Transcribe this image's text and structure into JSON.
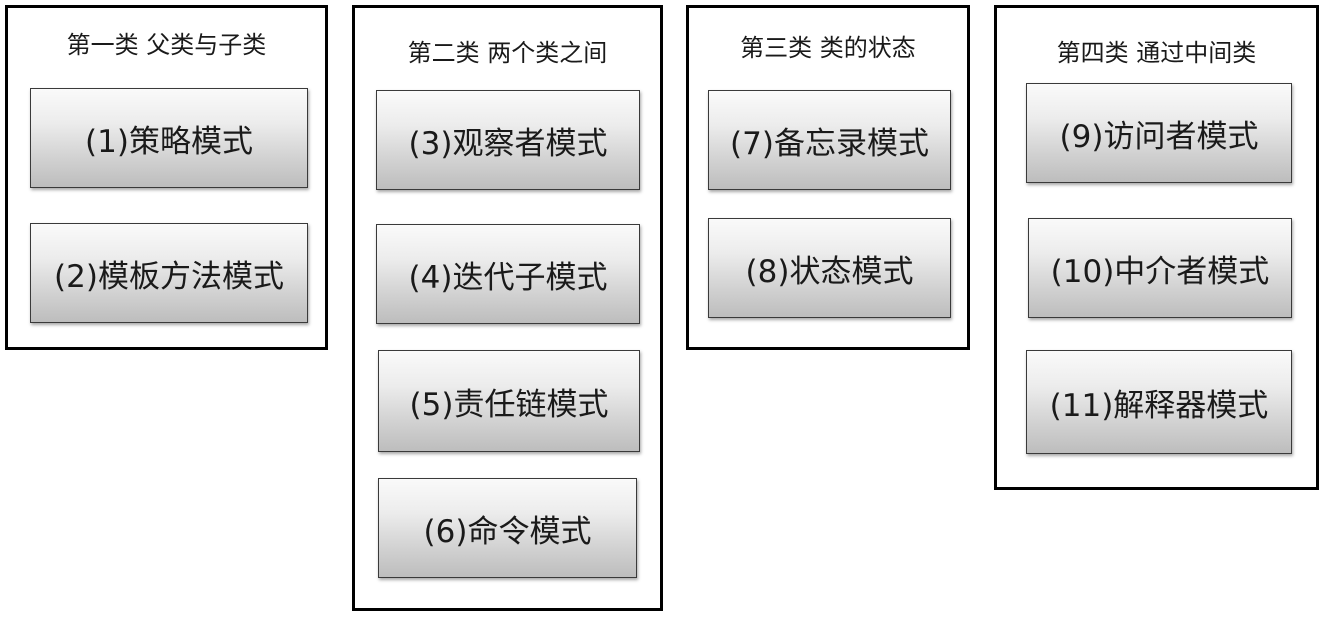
{
  "groups": [
    {
      "title": "第一类 父类与子类",
      "patterns": [
        "(1)策略模式",
        "(2)模板方法模式"
      ]
    },
    {
      "title": "第二类 两个类之间",
      "patterns": [
        "(3)观察者模式",
        "(4)迭代子模式",
        "(5)责任链模式",
        "(6)命令模式"
      ]
    },
    {
      "title": "第三类 类的状态",
      "patterns": [
        "(7)备忘录模式",
        "(8)状态模式"
      ]
    },
    {
      "title": "第四类 通过中间类",
      "patterns": [
        "(9)访问者模式",
        "(10)中介者模式",
        "(11)解释器模式"
      ]
    }
  ],
  "colors": {
    "border": "#000000",
    "box_gradient_top": "#fafafa",
    "box_gradient_bottom": "#bdbdbd",
    "text": "#1a1a1a"
  }
}
